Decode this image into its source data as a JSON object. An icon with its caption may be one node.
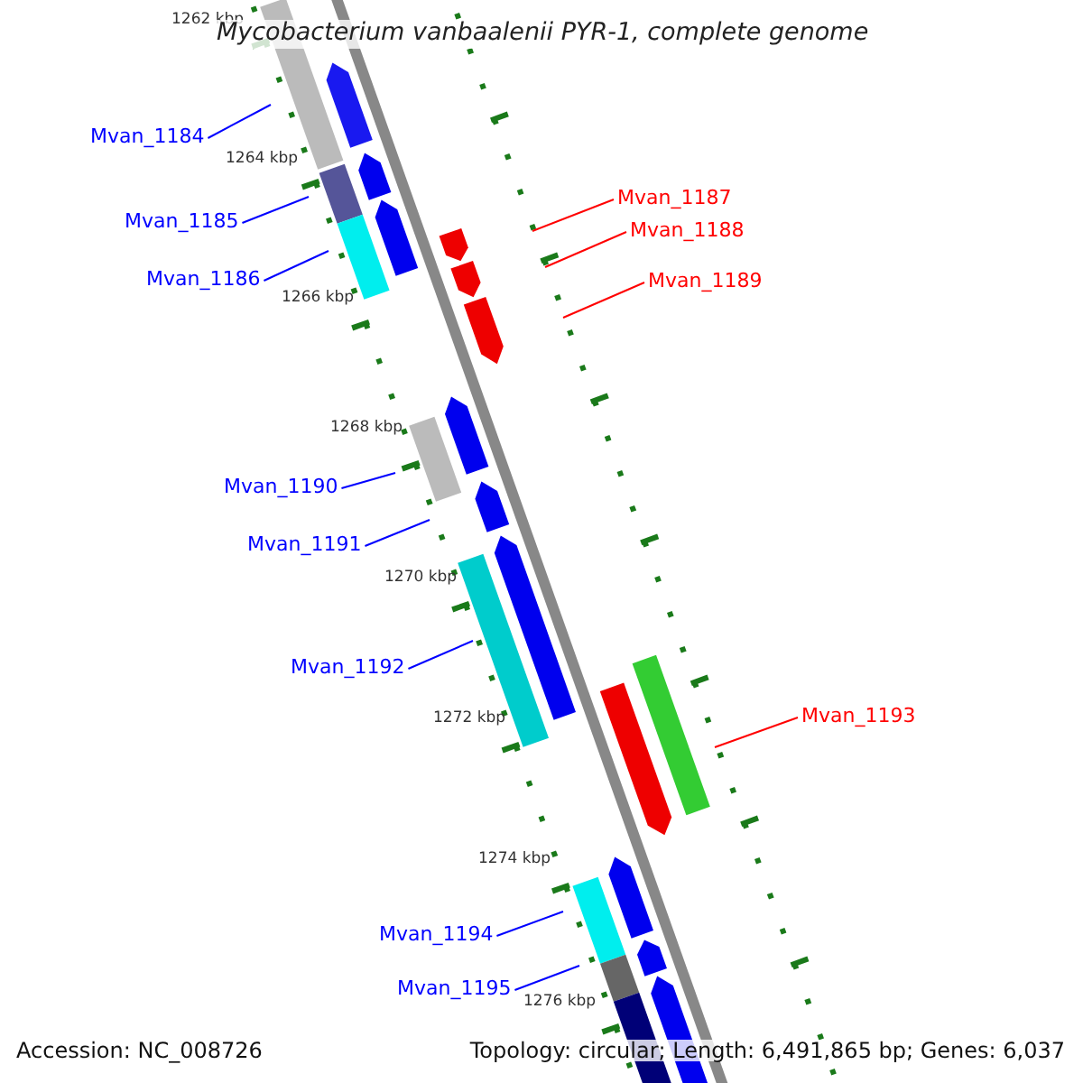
{
  "diagram": {
    "title": "Mycobacterium vanbaalenii PYR-1, complete genome",
    "nodes": [
      {
        "text": [
          "Mvan_1184"
        ]
      },
      {
        "text": [
          "Mvan_1185"
        ]
      },
      {
        "text": [
          "Mvan_1186"
        ]
      },
      {
        "text": [
          "Mvan_1187"
        ]
      },
      {
        "text": [
          "Mvan_1188"
        ]
      },
      {
        "text": [
          "Mvan_1189"
        ]
      },
      {
        "text": [
          "Mvan_1190"
        ]
      },
      {
        "text": [
          "Mvan_1191"
        ]
      },
      {
        "text": [
          "Mvan_1192"
        ]
      },
      {
        "text": [
          "Mvan_1193"
        ]
      },
      {
        "text": [
          "Mvan_1194"
        ]
      },
      {
        "text": [
          "Mvan_1195"
        ]
      }
    ],
    "edges": [
      {
        "from": 0,
        "to": null,
        "arrow": "none"
      },
      {
        "from": 1,
        "to": null,
        "arrow": "none"
      },
      {
        "from": 2,
        "to": null,
        "arrow": "none"
      },
      {
        "from": 3,
        "to": null,
        "arrow": "none",
        "color": "#ff0000"
      },
      {
        "from": 4,
        "to": null,
        "arrow": "none",
        "color": "#ff0000"
      },
      {
        "from": 5,
        "to": null,
        "arrow": "none",
        "color": "#ff0000"
      },
      {
        "from": 6,
        "to": null,
        "arrow": "none"
      },
      {
        "from": 7,
        "to": null,
        "arrow": "none"
      },
      {
        "from": 8,
        "to": null,
        "arrow": "none"
      },
      {
        "from": 9,
        "to": null,
        "arrow": "none",
        "color": "#ff0000"
      },
      {
        "from": 10,
        "to": null,
        "arrow": "none"
      },
      {
        "from": 11,
        "to": null,
        "arrow": "none"
      }
    ],
    "labels": [
      "1262 kbp",
      "1264 kbp",
      "1266 kbp",
      "1268 kbp",
      "1270 kbp",
      "1272 kbp",
      "1274 kbp",
      "1276 kbp",
      "Accession: NC_008726",
      "Topology: circular; Length: 6,491,865 bp; Genes: 6,037"
    ]
  }
}
